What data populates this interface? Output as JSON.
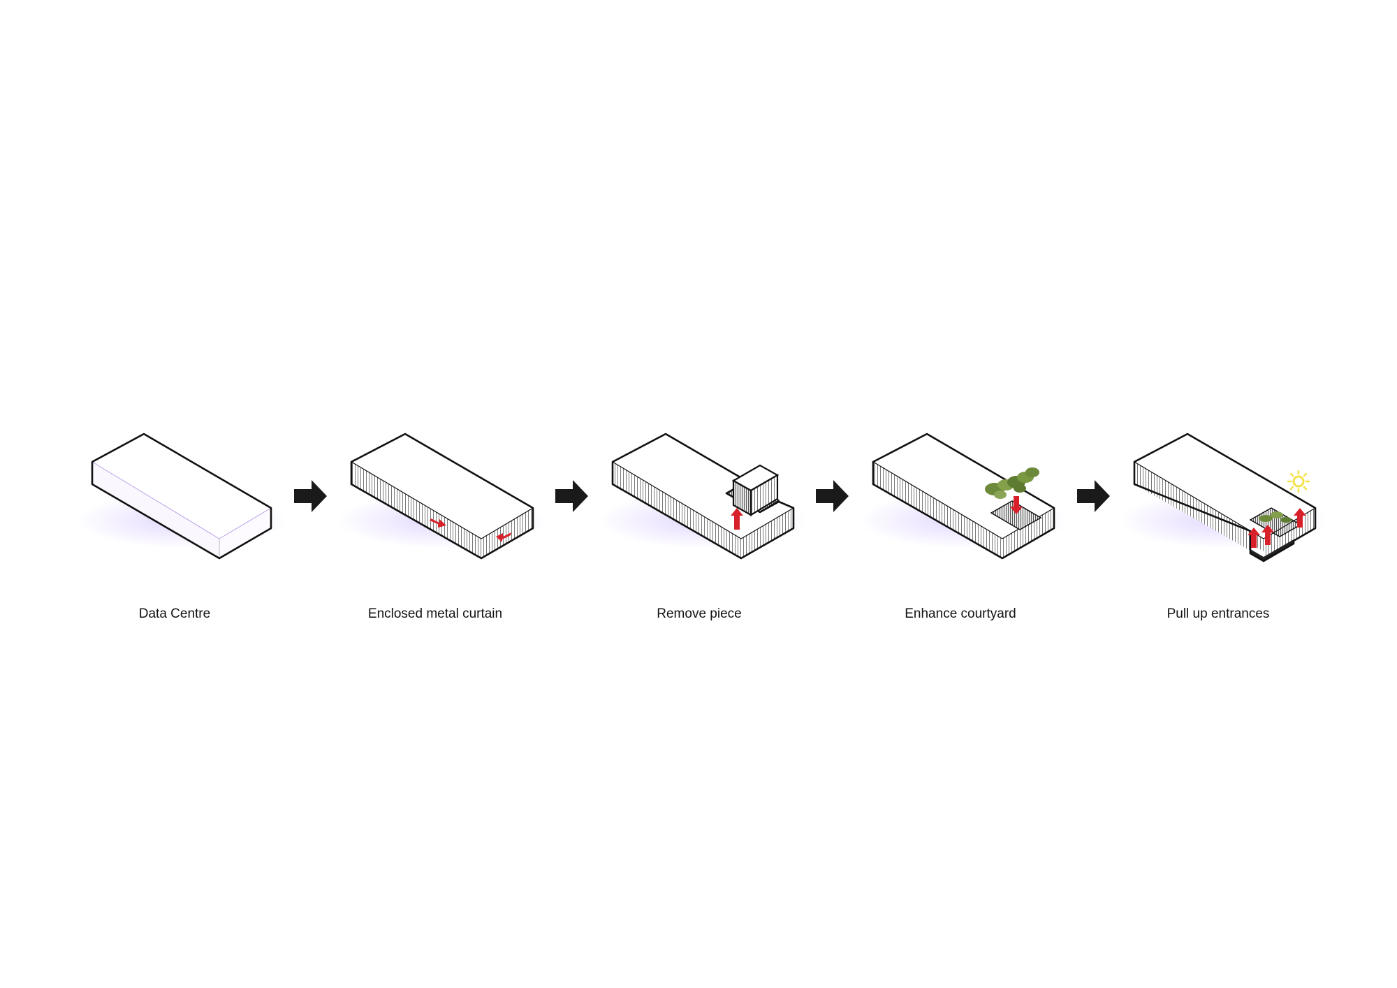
{
  "steps": [
    {
      "label": "Data Centre",
      "icon": "plain-box-icon"
    },
    {
      "label": "Enclosed metal curtain",
      "icon": "metal-curtain-box-icon"
    },
    {
      "label": "Remove piece",
      "icon": "remove-piece-box-icon"
    },
    {
      "label": "Enhance courtyard",
      "icon": "courtyard-greenery-box-icon"
    },
    {
      "label": "Pull up entrances",
      "icon": "raised-entrances-box-icon"
    }
  ],
  "connectors": [
    "arrow-right-icon",
    "arrow-right-icon",
    "arrow-right-icon",
    "arrow-right-icon"
  ],
  "colors": {
    "outline": "#111111",
    "arrow": "#1a1a1a",
    "accent_red": "#d8202a",
    "greenery": "#6d8a3a",
    "sun": "#f3e24a",
    "shadow": "#cbb8ff"
  }
}
